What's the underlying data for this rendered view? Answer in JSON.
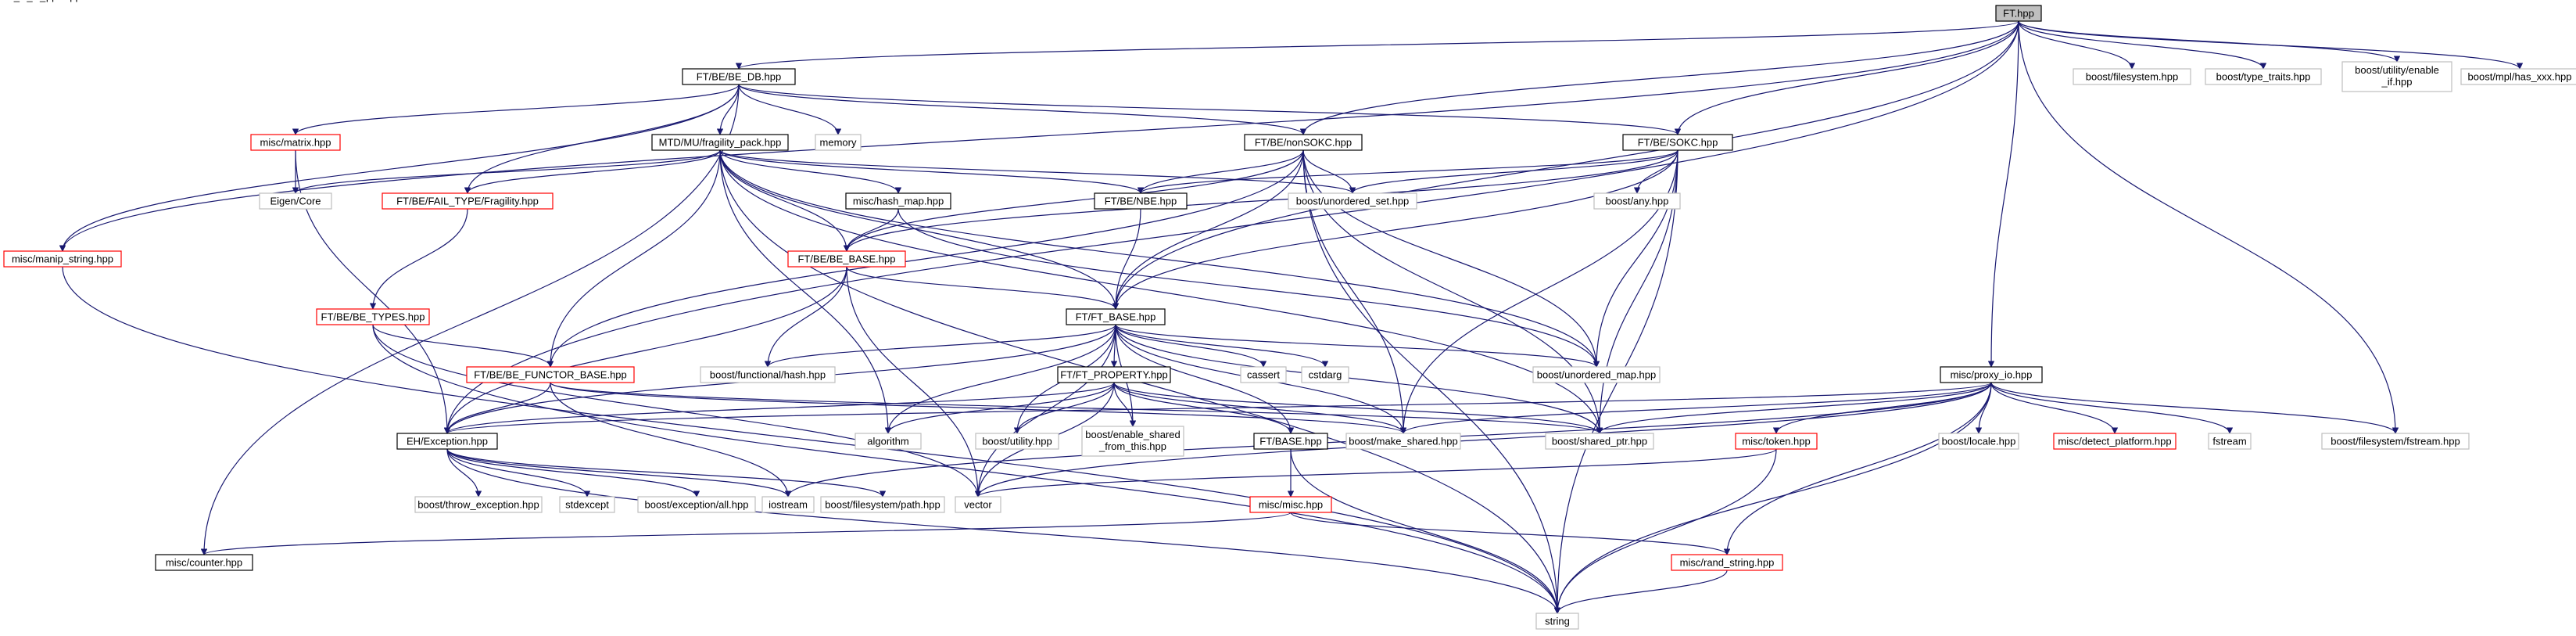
{
  "nodes": [
    {
      "id": "ft",
      "label": "FT.hpp",
      "kind": "root"
    },
    {
      "id": "be_db",
      "label": "FT/BE/BE_DB.hpp",
      "kind": "normal"
    },
    {
      "id": "manip",
      "label": "misc/manip_string.hpp",
      "kind": "missing"
    },
    {
      "id": "matrix",
      "label": "misc/matrix.hpp",
      "kind": "missing"
    },
    {
      "id": "mtd",
      "label": "MTD/MU/fragility_pack.hpp",
      "kind": "normal"
    },
    {
      "id": "memory",
      "label": "memory",
      "kind": "system"
    },
    {
      "id": "nonsokc",
      "label": "FT/BE/nonSOKC.hpp",
      "kind": "normal"
    },
    {
      "id": "sokc",
      "label": "FT/BE/SOKC.hpp",
      "kind": "normal"
    },
    {
      "id": "fs",
      "label": "boost/filesystem.hpp",
      "kind": "system"
    },
    {
      "id": "typetraits",
      "label": "boost/type_traits.hpp",
      "kind": "system"
    },
    {
      "id": "enableif",
      "label": "boost/utility/enable_if.hpp",
      "kind": "system"
    },
    {
      "id": "hasxxx",
      "label": "boost/mpl/has_xxx.hpp",
      "kind": "system"
    },
    {
      "id": "eigen",
      "label": "Eigen/Core",
      "kind": "system"
    },
    {
      "id": "fragility",
      "label": "FT/BE/FAIL_TYPE/Fragility.hpp",
      "kind": "missing"
    },
    {
      "id": "hashmap",
      "label": "misc/hash_map.hpp",
      "kind": "normal"
    },
    {
      "id": "nbe",
      "label": "FT/BE/NBE.hpp",
      "kind": "normal"
    },
    {
      "id": "uset",
      "label": "boost/unordered_set.hpp",
      "kind": "system"
    },
    {
      "id": "any",
      "label": "boost/any.hpp",
      "kind": "system"
    },
    {
      "id": "bebase",
      "label": "FT/BE/BE_BASE.hpp",
      "kind": "missing"
    },
    {
      "id": "betypes",
      "label": "FT/BE/BE_TYPES.hpp",
      "kind": "missing"
    },
    {
      "id": "ftbase",
      "label": "FT/FT_BASE.hpp",
      "kind": "normal"
    },
    {
      "id": "fhash",
      "label": "boost/functional/hash.hpp",
      "kind": "system"
    },
    {
      "id": "cassert",
      "label": "cassert",
      "kind": "system"
    },
    {
      "id": "cstdarg",
      "label": "cstdarg",
      "kind": "system"
    },
    {
      "id": "umap",
      "label": "boost/unordered_map.hpp",
      "kind": "system"
    },
    {
      "id": "befunctor",
      "label": "FT/BE/BE_FUNCTOR_BASE.hpp",
      "kind": "missing"
    },
    {
      "id": "ftprop",
      "label": "FT/FT_PROPERTY.hpp",
      "kind": "normal"
    },
    {
      "id": "proxyio",
      "label": "misc/proxy_io.hpp",
      "kind": "normal"
    },
    {
      "id": "eh",
      "label": "EH/Exception.hpp",
      "kind": "normal"
    },
    {
      "id": "algorithm",
      "label": "algorithm",
      "kind": "system"
    },
    {
      "id": "butility",
      "label": "boost/utility.hpp",
      "kind": "system"
    },
    {
      "id": "enableshared",
      "label": "boost/enable_shared_from_this.hpp",
      "kind": "system"
    },
    {
      "id": "ftbasehpp",
      "label": "FT/BASE.hpp",
      "kind": "normal"
    },
    {
      "id": "makeshared",
      "label": "boost/make_shared.hpp",
      "kind": "system"
    },
    {
      "id": "sharedptr",
      "label": "boost/shared_ptr.hpp",
      "kind": "system"
    },
    {
      "id": "token",
      "label": "misc/token.hpp",
      "kind": "missing"
    },
    {
      "id": "locale",
      "label": "boost/locale.hpp",
      "kind": "system"
    },
    {
      "id": "detectplat",
      "label": "misc/detect_platform.hpp",
      "kind": "missing"
    },
    {
      "id": "fstream",
      "label": "fstream",
      "kind": "system"
    },
    {
      "id": "fsfstream",
      "label": "boost/filesystem/fstream.hpp",
      "kind": "system"
    },
    {
      "id": "throwexc",
      "label": "boost/throw_exception.hpp",
      "kind": "system"
    },
    {
      "id": "stdexcept",
      "label": "stdexcept",
      "kind": "system"
    },
    {
      "id": "excall",
      "label": "boost/exception/all.hpp",
      "kind": "system"
    },
    {
      "id": "iostream",
      "label": "iostream",
      "kind": "system"
    },
    {
      "id": "fspath",
      "label": "boost/filesystem/path.hpp",
      "kind": "system"
    },
    {
      "id": "vector",
      "label": "vector",
      "kind": "system"
    },
    {
      "id": "miscmisc",
      "label": "misc/misc.hpp",
      "kind": "missing"
    },
    {
      "id": "counter",
      "label": "misc/counter.hpp",
      "kind": "normal"
    },
    {
      "id": "randstring",
      "label": "misc/rand_string.hpp",
      "kind": "missing"
    },
    {
      "id": "string",
      "label": "string",
      "kind": "system"
    }
  ],
  "edges": [
    [
      "ft",
      "be_db"
    ],
    [
      "ft",
      "eh"
    ],
    [
      "ft",
      "manip"
    ],
    [
      "ft",
      "ftbase"
    ],
    [
      "ft",
      "sokc"
    ],
    [
      "ft",
      "nonsokc"
    ],
    [
      "ft",
      "proxyio"
    ],
    [
      "ft",
      "fs"
    ],
    [
      "ft",
      "typetraits"
    ],
    [
      "ft",
      "enableif"
    ],
    [
      "ft",
      "hasxxx"
    ],
    [
      "ft",
      "fsfstream"
    ],
    [
      "be_db",
      "manip"
    ],
    [
      "be_db",
      "matrix"
    ],
    [
      "be_db",
      "mtd"
    ],
    [
      "be_db",
      "memory"
    ],
    [
      "be_db",
      "nonsokc"
    ],
    [
      "be_db",
      "sokc"
    ],
    [
      "be_db",
      "fragility"
    ],
    [
      "be_db",
      "counter"
    ],
    [
      "manip",
      "string"
    ],
    [
      "matrix",
      "eigen"
    ],
    [
      "matrix",
      "eh"
    ],
    [
      "mtd",
      "eigen"
    ],
    [
      "mtd",
      "fragility"
    ],
    [
      "mtd",
      "hashmap"
    ],
    [
      "mtd",
      "nbe"
    ],
    [
      "mtd",
      "uset"
    ],
    [
      "mtd",
      "bebase"
    ],
    [
      "mtd",
      "ftbase"
    ],
    [
      "mtd",
      "befunctor"
    ],
    [
      "mtd",
      "umap"
    ],
    [
      "mtd",
      "sharedptr"
    ],
    [
      "mtd",
      "string"
    ],
    [
      "mtd",
      "algorithm"
    ],
    [
      "nonsokc",
      "nbe"
    ],
    [
      "nonsokc",
      "uset"
    ],
    [
      "nonsokc",
      "bebase"
    ],
    [
      "nonsokc",
      "ftbase"
    ],
    [
      "nonsokc",
      "befunctor"
    ],
    [
      "nonsokc",
      "umap"
    ],
    [
      "nonsokc",
      "makeshared"
    ],
    [
      "nonsokc",
      "sharedptr"
    ],
    [
      "nonsokc",
      "string"
    ],
    [
      "sokc",
      "any"
    ],
    [
      "sokc",
      "uset"
    ],
    [
      "sokc",
      "nbe"
    ],
    [
      "sokc",
      "bebase"
    ],
    [
      "sokc",
      "ftbase"
    ],
    [
      "sokc",
      "umap"
    ],
    [
      "sokc",
      "makeshared"
    ],
    [
      "sokc",
      "sharedptr"
    ],
    [
      "sokc",
      "string"
    ],
    [
      "fragility",
      "betypes"
    ],
    [
      "hashmap",
      "bebase"
    ],
    [
      "hashmap",
      "umap"
    ],
    [
      "nbe",
      "ftbase"
    ],
    [
      "bebase",
      "fhash"
    ],
    [
      "bebase",
      "ftbase"
    ],
    [
      "bebase",
      "eh"
    ],
    [
      "bebase",
      "vector"
    ],
    [
      "betypes",
      "befunctor"
    ],
    [
      "betypes",
      "string"
    ],
    [
      "betypes",
      "vector"
    ],
    [
      "ftbase",
      "fhash"
    ],
    [
      "ftbase",
      "cassert"
    ],
    [
      "ftbase",
      "cstdarg"
    ],
    [
      "ftbase",
      "umap"
    ],
    [
      "ftbase",
      "ftprop"
    ],
    [
      "ftbase",
      "eh"
    ],
    [
      "ftbase",
      "algorithm"
    ],
    [
      "ftbase",
      "butility"
    ],
    [
      "ftbase",
      "enableshared"
    ],
    [
      "ftbase",
      "ftbasehpp"
    ],
    [
      "ftbase",
      "makeshared"
    ],
    [
      "ftbase",
      "sharedptr"
    ],
    [
      "ftbase",
      "vector"
    ],
    [
      "befunctor",
      "eh"
    ],
    [
      "befunctor",
      "iostream"
    ],
    [
      "befunctor",
      "makeshared"
    ],
    [
      "befunctor",
      "sharedptr"
    ],
    [
      "ftprop",
      "eh"
    ],
    [
      "ftprop",
      "algorithm"
    ],
    [
      "ftprop",
      "butility"
    ],
    [
      "ftprop",
      "enableshared"
    ],
    [
      "ftprop",
      "ftbasehpp"
    ],
    [
      "ftprop",
      "makeshared"
    ],
    [
      "ftprop",
      "sharedptr"
    ],
    [
      "ftprop",
      "vector"
    ],
    [
      "proxyio",
      "eh"
    ],
    [
      "proxyio",
      "makeshared"
    ],
    [
      "proxyio",
      "sharedptr"
    ],
    [
      "proxyio",
      "token"
    ],
    [
      "proxyio",
      "locale"
    ],
    [
      "proxyio",
      "detectplat"
    ],
    [
      "proxyio",
      "fstream"
    ],
    [
      "proxyio",
      "fsfstream"
    ],
    [
      "proxyio",
      "randstring"
    ],
    [
      "proxyio",
      "string"
    ],
    [
      "proxyio",
      "vector"
    ],
    [
      "proxyio",
      "iostream"
    ],
    [
      "eh",
      "throwexc"
    ],
    [
      "eh",
      "stdexcept"
    ],
    [
      "eh",
      "excall"
    ],
    [
      "eh",
      "iostream"
    ],
    [
      "eh",
      "fspath"
    ],
    [
      "eh",
      "string"
    ],
    [
      "ftbasehpp",
      "miscmisc"
    ],
    [
      "ftbasehpp",
      "string"
    ],
    [
      "token",
      "string"
    ],
    [
      "token",
      "vector"
    ],
    [
      "miscmisc",
      "counter"
    ],
    [
      "miscmisc",
      "randstring"
    ],
    [
      "randstring",
      "string"
    ]
  ],
  "colors": {
    "edge": "#191970",
    "root_fill": "#bfbfbf",
    "normal_stroke": "#000000",
    "missing_stroke": "#ff0000",
    "system_stroke": "#bfbfbf"
  }
}
